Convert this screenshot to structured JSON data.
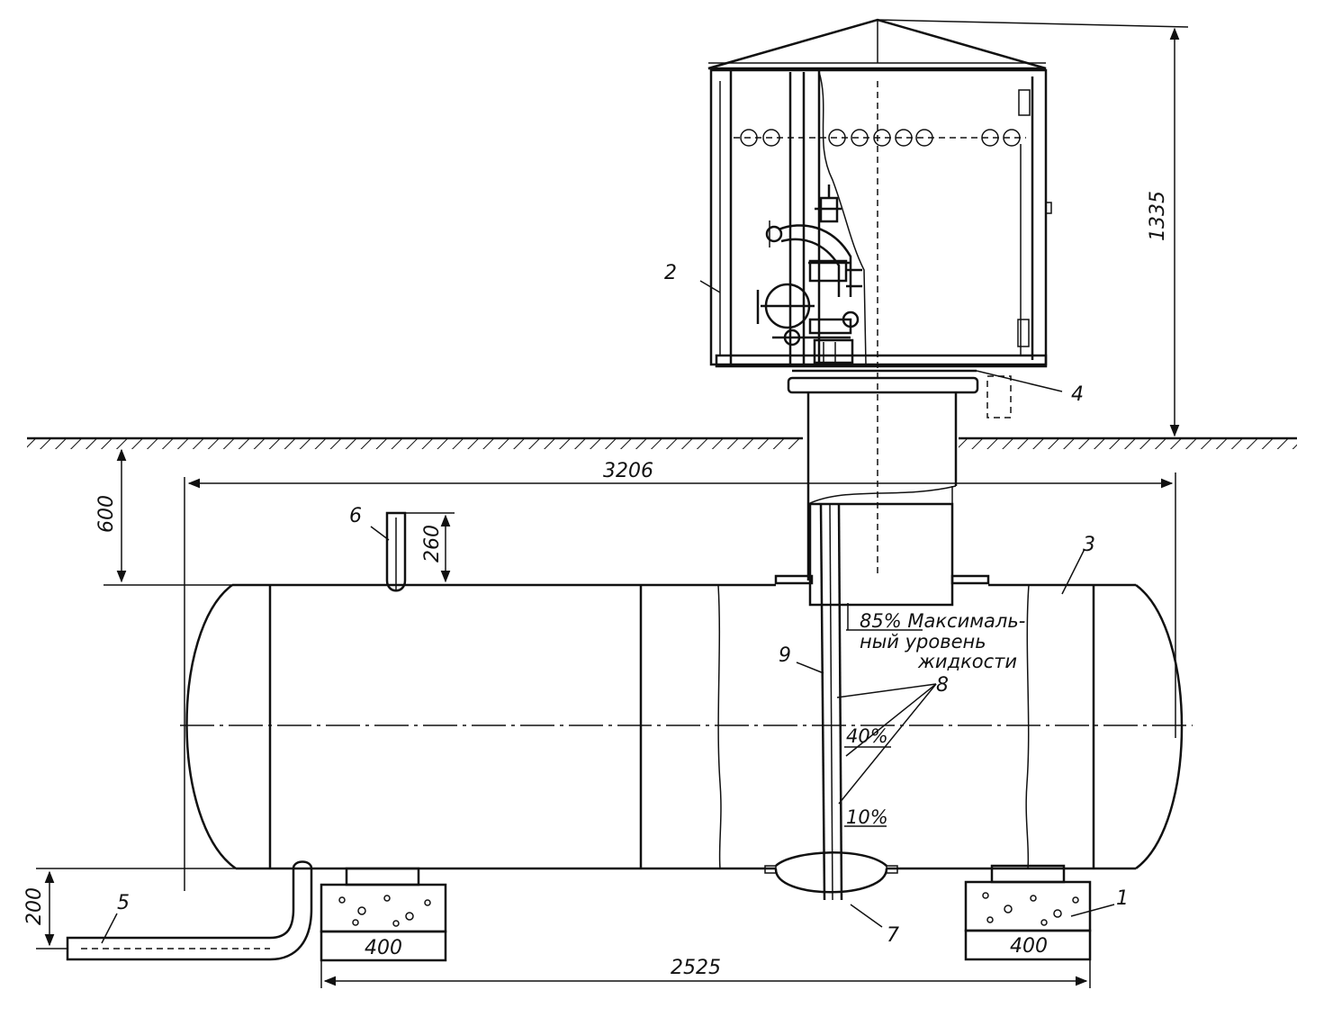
{
  "dimensions": {
    "tank_length": "3206",
    "height_total": "1335",
    "depth": "600",
    "pipe_height": "260",
    "drain_height": "200",
    "support_width_left": "400",
    "support_width_right": "400",
    "support_spacing": "2525"
  },
  "callouts": {
    "c1": "1",
    "c2": "2",
    "c3": "3",
    "c4": "4",
    "c5": "5",
    "c6": "6",
    "c7": "7",
    "c8": "8",
    "c9": "9"
  },
  "level_notes": {
    "max_line1": "85% Максималь-",
    "max_line2": "ный уровень",
    "max_line3": "жидкости",
    "mid": "40%",
    "low": "10%"
  }
}
